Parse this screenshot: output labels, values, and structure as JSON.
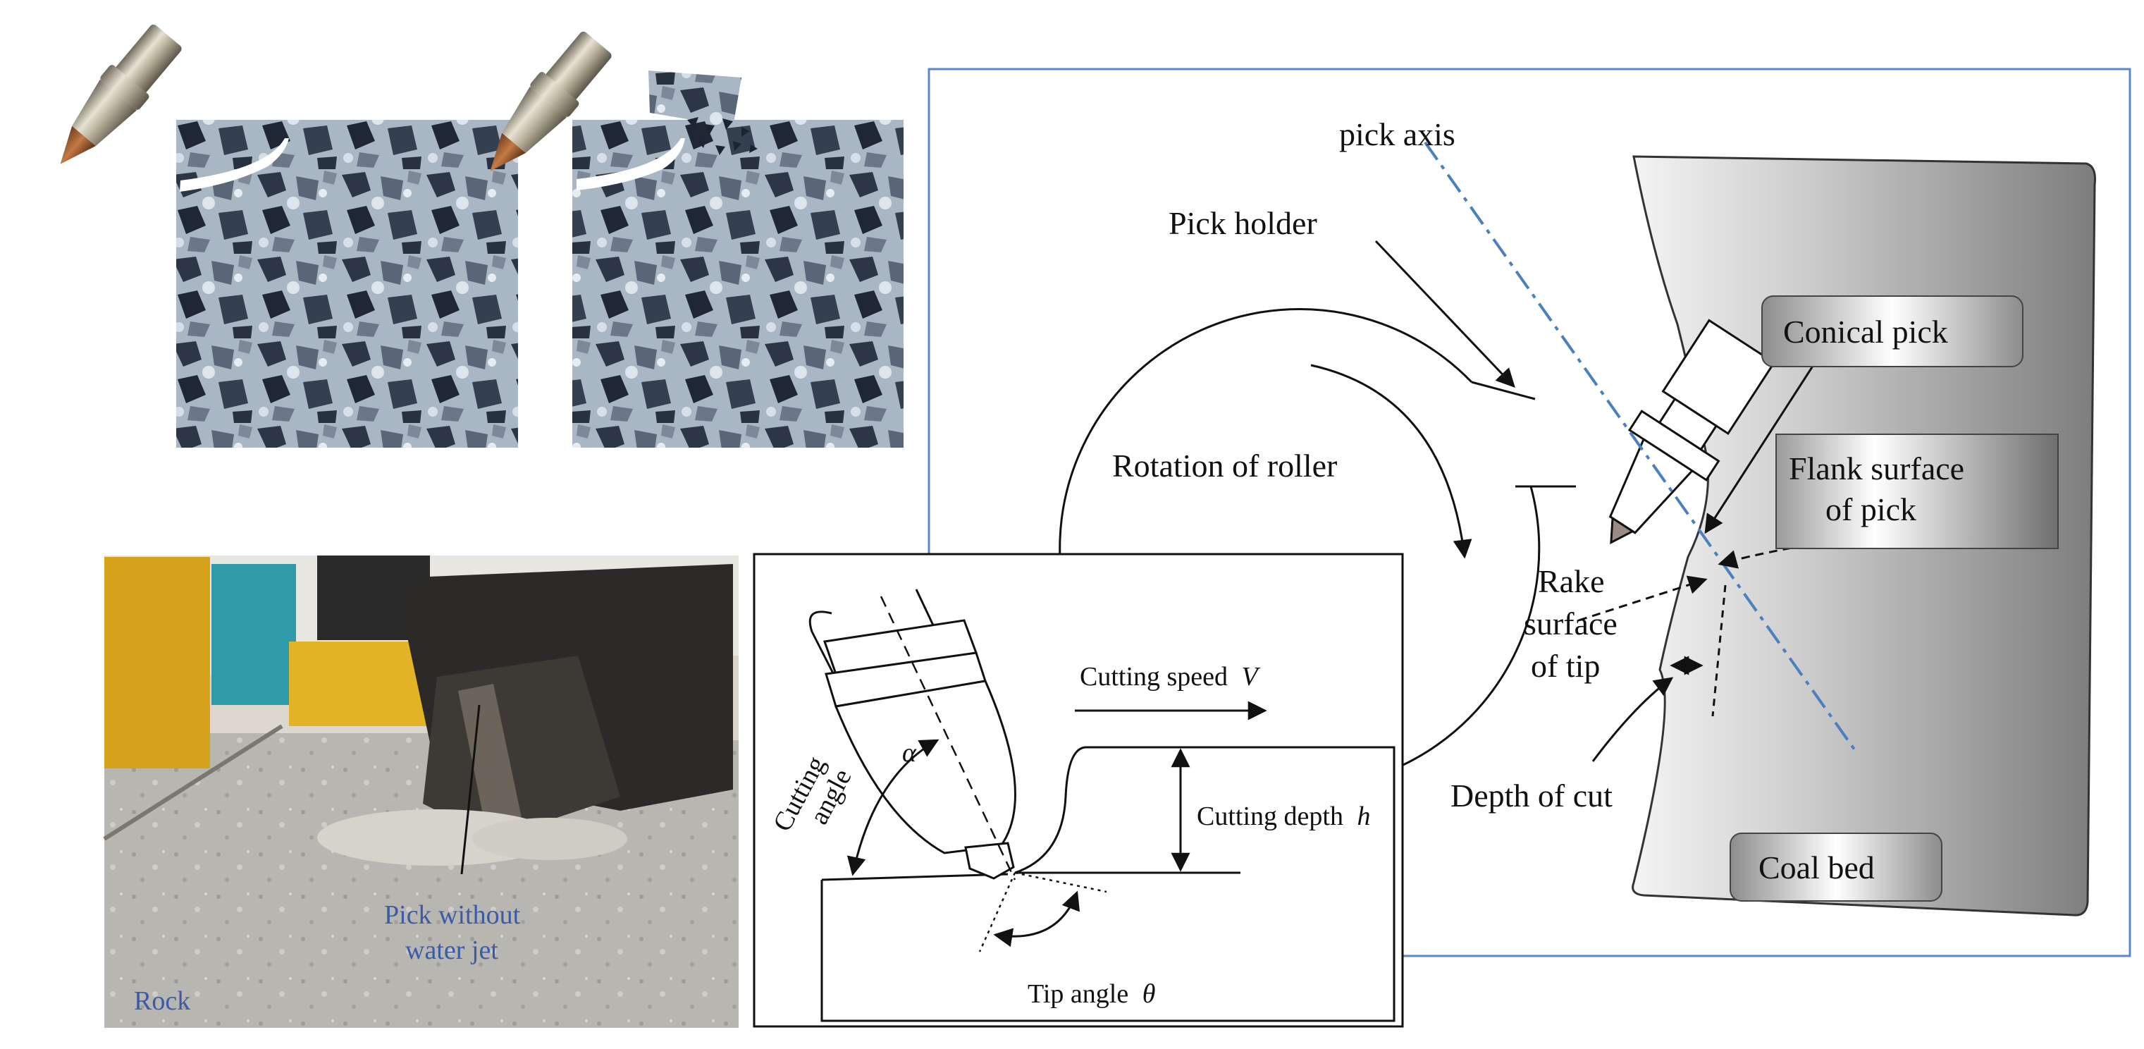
{
  "panel_main": {
    "pick_axis": "pick axis",
    "pick_holder": "Pick holder",
    "rotation_of_roller": "Rotation of roller",
    "conical_pick": "Conical pick",
    "flank_surface_1": "Flank surface",
    "flank_surface_2": "of pick",
    "rake_1": "Rake",
    "rake_2": "surface",
    "rake_3": "of tip",
    "depth_of_cut": "Depth of cut",
    "coal_bed": "Coal bed"
  },
  "panel_schematic": {
    "cutting_speed": "Cutting speed",
    "cutting_speed_sym": "V",
    "cutting_depth": "Cutting depth",
    "cutting_depth_sym": "h",
    "cutting_angle_1": "Cutting",
    "cutting_angle_2": "angle",
    "alpha": "α",
    "tip_angle": "Tip angle",
    "theta": "θ"
  },
  "panel_photo": {
    "pick_label_1": "Pick without",
    "pick_label_2": "water jet",
    "rock_label": "Rock"
  },
  "colors": {
    "axis_line": "#4a7fc0",
    "frame_blue": "#5b86c9",
    "label_blue": "#3b5ba8"
  }
}
